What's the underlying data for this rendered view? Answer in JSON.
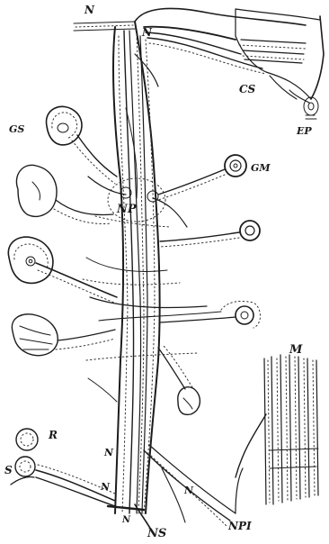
{
  "labels": {
    "n_top_left": "N",
    "n_top": "N",
    "cs": "CS",
    "ep": "EP",
    "gs": "GS",
    "gm": "GM",
    "np": "NP",
    "m": "M",
    "r": "R",
    "s": "S",
    "n_lower_1": "N",
    "n_lower_2": "N",
    "n_lower_3": "N",
    "n_bottom": "N",
    "ns": "NS",
    "npi": "NPI"
  }
}
